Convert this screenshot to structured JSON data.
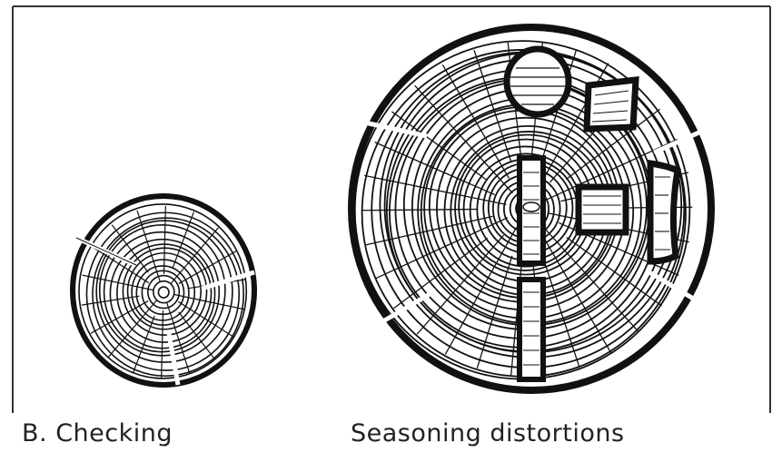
{
  "figure": {
    "left_panel": {
      "caption": "B. Checking"
    },
    "right_panel": {
      "caption": "Seasoning distortions",
      "shapes": [
        "circle",
        "square",
        "square",
        "rectangle",
        "rectangle",
        "rectangle"
      ]
    }
  },
  "colors": {
    "ink": "#111111",
    "paper": "#ffffff"
  }
}
